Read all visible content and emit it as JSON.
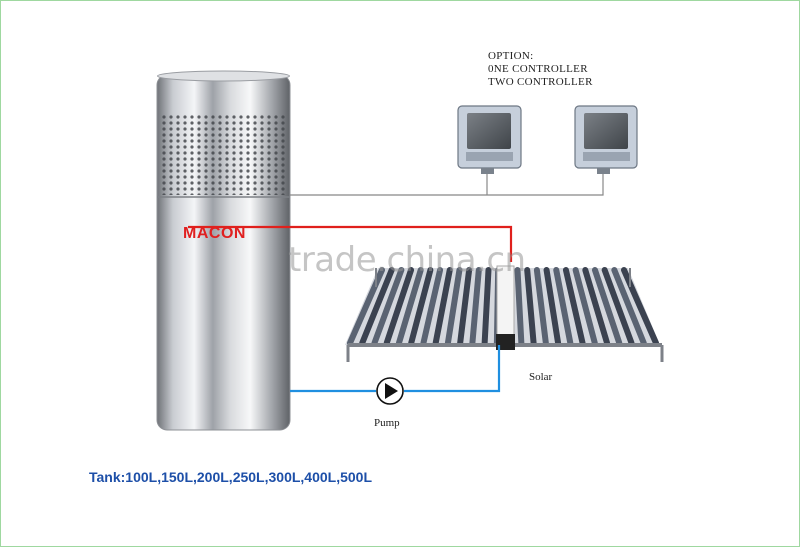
{
  "option": {
    "title": "OPTION:",
    "line1": "0NE CONTROLLER",
    "line2": "TWO CONTROLLER"
  },
  "tank_unit": {
    "brand": "MACON"
  },
  "watermark": "trade.china.cn",
  "labels": {
    "solar": "Solar",
    "pump": "Pump"
  },
  "tank_sizes": "Tank:100L,150L,200L,250L,300L,400L,500L",
  "colors": {
    "hot_pipe": "#e0201c",
    "cold_pipe": "#1f8fe0",
    "control_wire": "#888888",
    "tank_text": "#1d4fa8",
    "frame_border": "#9fd8a0"
  }
}
